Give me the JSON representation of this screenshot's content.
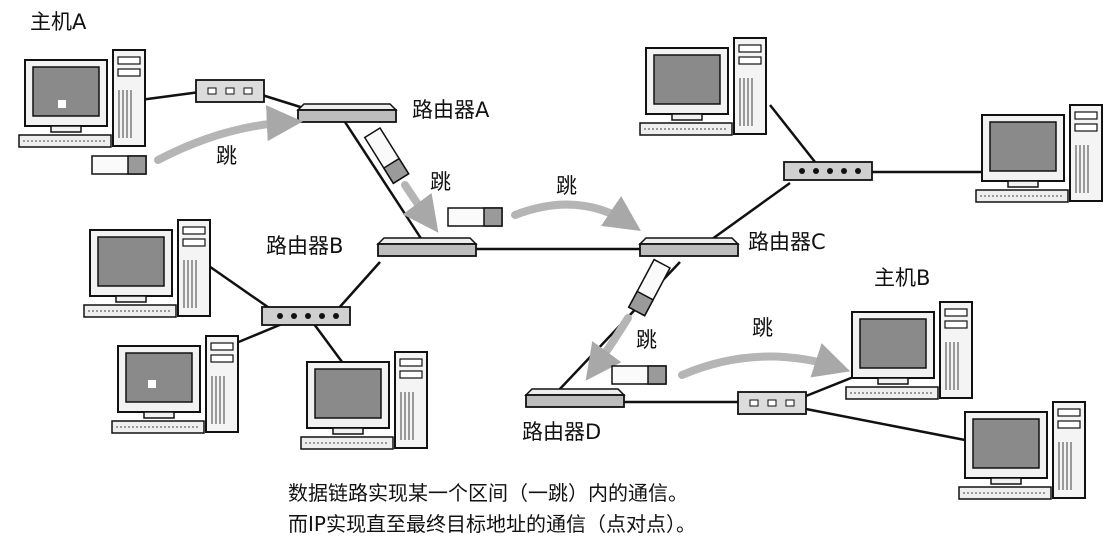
{
  "labels": {
    "host_a": "主机A",
    "host_b": "主机B",
    "router_a": "路由器A",
    "router_b": "路由器B",
    "router_c": "路由器C",
    "router_d": "路由器D"
  },
  "hops": [
    "跳",
    "跳",
    "跳",
    "跳",
    "跳"
  ],
  "caption": {
    "line1": "数据链路实现某一个区间（一跳）内的通信。",
    "line2": "而IP实现直至最终目标地址的通信（点对点）。"
  },
  "colors": {
    "ink": "#111111",
    "screen": "#8a8a8a",
    "arrow": "#b5b5b5",
    "device_body": "#d6d6d6"
  }
}
